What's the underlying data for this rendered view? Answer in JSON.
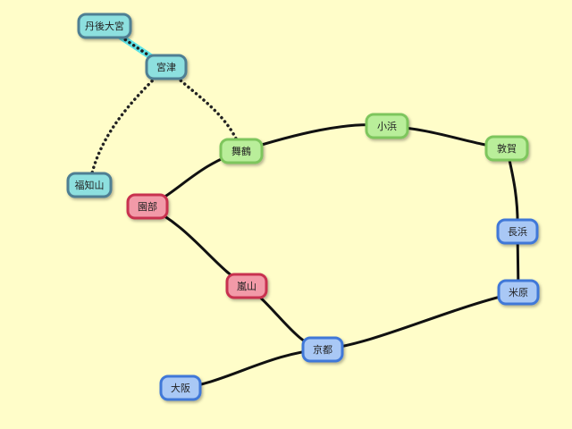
{
  "colors": {
    "background": "#fffdc9",
    "teal": {
      "fill": "#8de0df",
      "stroke": "#4f7f93"
    },
    "green": {
      "fill": "#b9ee9a",
      "stroke": "#7ec65d"
    },
    "pink": {
      "fill": "#f29aa8",
      "stroke": "#c8334f"
    },
    "blue": {
      "fill": "#a9c8f5",
      "stroke": "#3f78d8"
    },
    "edge_solid": "#111111",
    "edge_dotted": "#222222",
    "edge_highlight": "#5fe3e6"
  },
  "nodes": [
    {
      "id": "tango_omiya",
      "label": "丹後大宮",
      "group": "teal"
    },
    {
      "id": "miyazu",
      "label": "宮津",
      "group": "teal"
    },
    {
      "id": "fukuchiyama",
      "label": "福知山",
      "group": "teal"
    },
    {
      "id": "maizuru",
      "label": "舞鶴",
      "group": "green"
    },
    {
      "id": "obama",
      "label": "小浜",
      "group": "green"
    },
    {
      "id": "tsuruga",
      "label": "敦賀",
      "group": "green"
    },
    {
      "id": "sonobe",
      "label": "園部",
      "group": "pink"
    },
    {
      "id": "arashiyama",
      "label": "嵐山",
      "group": "pink"
    },
    {
      "id": "nagahama",
      "label": "長浜",
      "group": "blue"
    },
    {
      "id": "maibara",
      "label": "米原",
      "group": "blue"
    },
    {
      "id": "kyoto",
      "label": "京都",
      "group": "blue"
    },
    {
      "id": "osaka",
      "label": "大阪",
      "group": "blue"
    }
  ],
  "edges": [
    {
      "from": "tango_omiya",
      "to": "miyazu",
      "style": "dotted-highlight"
    },
    {
      "from": "miyazu",
      "to": "fukuchiyama",
      "style": "dotted"
    },
    {
      "from": "miyazu",
      "to": "maizuru",
      "style": "dotted"
    },
    {
      "from": "maizuru",
      "to": "obama",
      "style": "solid"
    },
    {
      "from": "obama",
      "to": "tsuruga",
      "style": "solid"
    },
    {
      "from": "tsuruga",
      "to": "nagahama",
      "style": "solid"
    },
    {
      "from": "nagahama",
      "to": "maibara",
      "style": "solid"
    },
    {
      "from": "maibara",
      "to": "kyoto",
      "style": "solid"
    },
    {
      "from": "maizuru",
      "to": "sonobe",
      "style": "solid"
    },
    {
      "from": "sonobe",
      "to": "arashiyama",
      "style": "solid"
    },
    {
      "from": "arashiyama",
      "to": "kyoto",
      "style": "solid"
    },
    {
      "from": "kyoto",
      "to": "osaka",
      "style": "solid"
    }
  ]
}
